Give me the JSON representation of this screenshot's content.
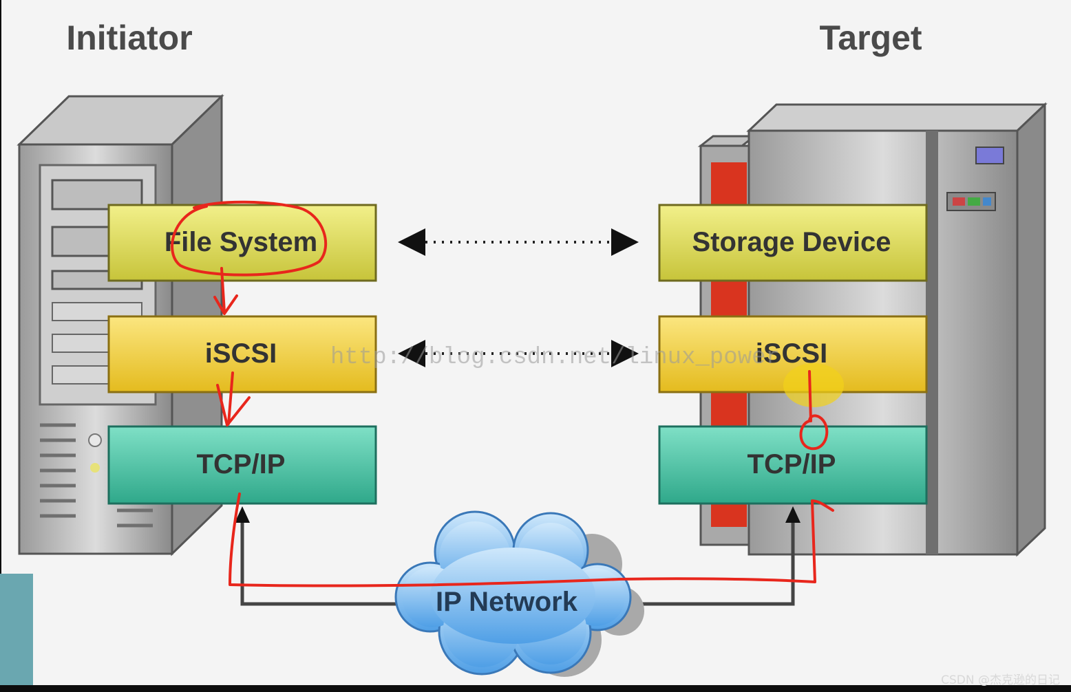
{
  "titles": {
    "initiator": "Initiator",
    "target": "Target"
  },
  "initiator_stack": {
    "file_system": "File System",
    "iscsi": "iSCSI",
    "tcpip": "TCP/IP"
  },
  "target_stack": {
    "storage_device": "Storage Device",
    "iscsi": "iSCSI",
    "tcpip": "TCP/IP"
  },
  "network": {
    "label": "IP Network"
  },
  "watermark": "http://blog.csdn.net/linux_power",
  "footer": {
    "credit": "CSDN @杰克逊的日记"
  },
  "colors": {
    "file_system": "#e2e066",
    "iscsi": "#f3d23c",
    "tcpip": "#3fc3a3",
    "annotation": "#e8261c",
    "cloud": "#7fbff3"
  }
}
